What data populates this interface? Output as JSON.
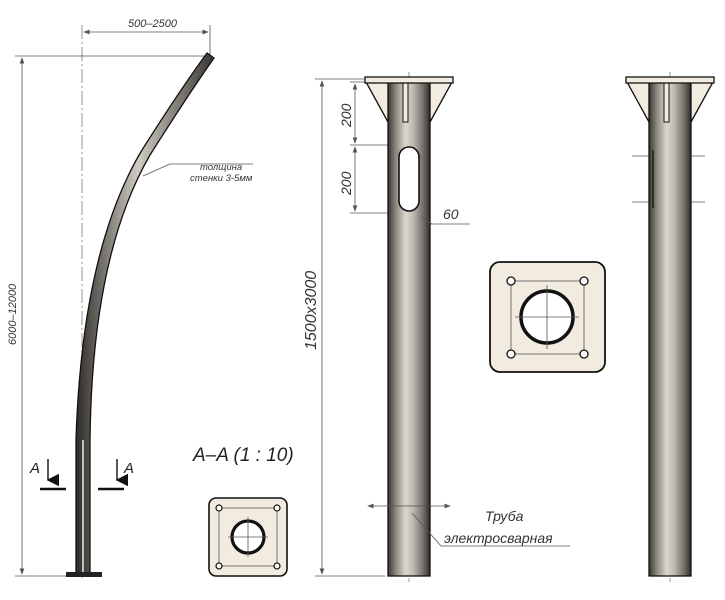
{
  "labels": {
    "offset": "500–2500",
    "height": "6000–12000",
    "wall_line1": "толщина",
    "wall_line2": "стенки 3-5мм",
    "section_left": "A",
    "section_right": "A",
    "section_title": "A–A (1 : 10)",
    "dim_200_top": "200",
    "dim_200_slot": "200",
    "dim_60": "60",
    "base_length": "1500x3000",
    "tube_line1": "Труба",
    "tube_line2": "электросварная"
  },
  "colors": {
    "plate_fill": "#f2ebe0",
    "pipe_dark": "#3a3632",
    "pipe_light": "#d8d4cd",
    "line": "#111111"
  }
}
